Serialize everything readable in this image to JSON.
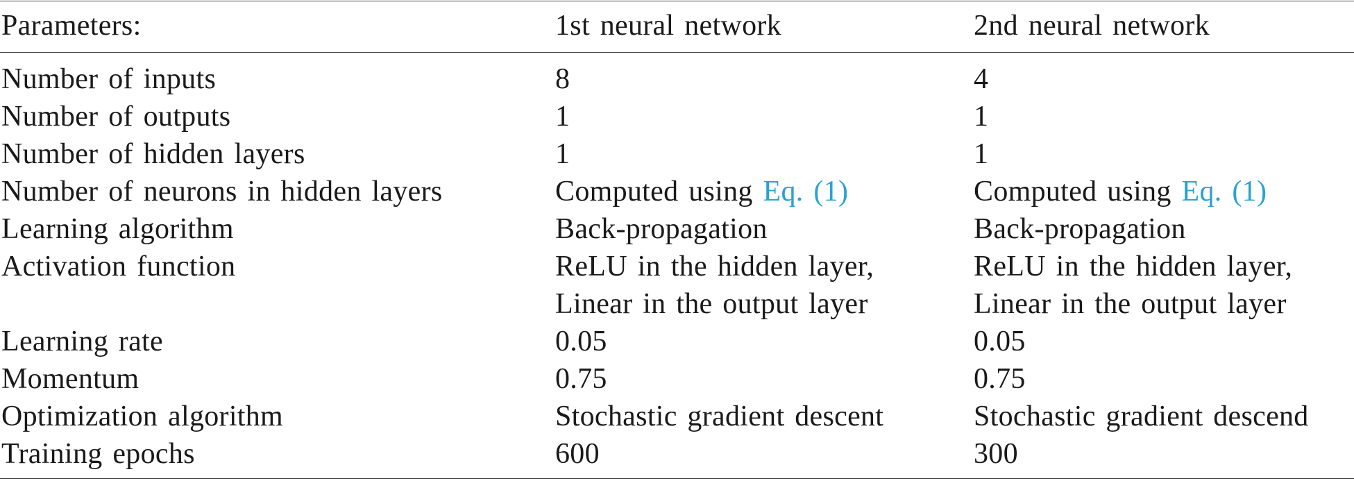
{
  "table": {
    "headers": [
      "Parameters:",
      "1st neural network",
      "2nd neural network"
    ],
    "rows": [
      {
        "param": "Number of inputs",
        "nn1": "8",
        "nn2": "4"
      },
      {
        "param": "Number of outputs",
        "nn1": "1",
        "nn2": "1"
      },
      {
        "param": "Number of hidden layers",
        "nn1": "1",
        "nn2": "1"
      },
      {
        "param": "Number of neurons in hidden layers",
        "nn1_prefix": "Computed using ",
        "nn1_link": "Eq. (1)",
        "nn2_prefix": "Computed using ",
        "nn2_link": "Eq. (1)"
      },
      {
        "param": "Learning algorithm",
        "nn1": "Back-propagation",
        "nn2": "Back-propagation"
      },
      {
        "param": "Activation function",
        "nn1_line1": "ReLU in the hidden layer,",
        "nn1_line2": "Linear in the output layer",
        "nn2_line1": "ReLU in the hidden layer,",
        "nn2_line2": "Linear in the output layer"
      },
      {
        "param": "Learning rate",
        "nn1": "0.05",
        "nn2": "0.05"
      },
      {
        "param": "Momentum",
        "nn1": "0.75",
        "nn2": "0.75"
      },
      {
        "param": "Optimization algorithm",
        "nn1": "Stochastic gradient descent",
        "nn2": "Stochastic gradient descend"
      },
      {
        "param": "Training epochs",
        "nn1": "600",
        "nn2": "300"
      }
    ]
  },
  "colors": {
    "text": "#1a1a1a",
    "link": "#2aa1d6",
    "rule": "#444444"
  }
}
